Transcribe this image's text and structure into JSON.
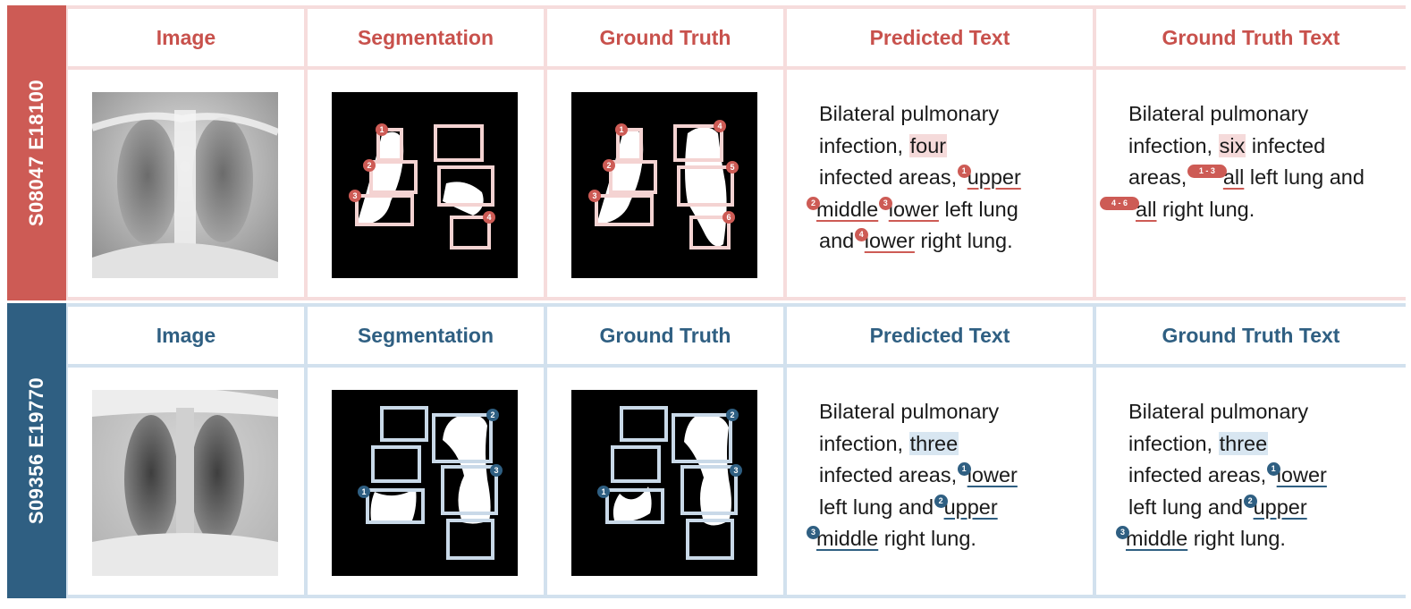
{
  "colors": {
    "red": "#cd5b55",
    "red_light": "#f6dcdc",
    "blue": "#2f5f82",
    "blue_light": "#d2e1ee"
  },
  "rows": [
    {
      "id": "S08047 E18100",
      "headers": [
        "Image",
        "Segmentation",
        "Ground Truth",
        "Predicted Text",
        "Ground Truth Text"
      ],
      "predicted": {
        "l1": "Bilateral pulmonary",
        "l2a": "infection, ",
        "l2_count": "four",
        "l3a": "infected areas, ",
        "t1": "1",
        "l3_w": "upper",
        "t2": "2",
        "l4_w1": "middle",
        "t3": "3",
        "l4_w2": "lower",
        "l4b": " left lung",
        "l5a": "and ",
        "t4": "4",
        "l5_w": "lower",
        "l5b": " right lung."
      },
      "ground_truth": {
        "l1": "Bilateral pulmonary",
        "l2a": "infection, ",
        "l2_count": "six",
        "l2b": " infected",
        "l3a": "areas, ",
        "t1": "1 - 3",
        "l3_w": "all",
        "l3b": " left lung and",
        "t2": "4 - 6",
        "l4_w": "all",
        "l4b": " right lung."
      }
    },
    {
      "id": "S09356 E19770",
      "headers": [
        "Image",
        "Segmentation",
        "Ground Truth",
        "Predicted Text",
        "Ground Truth Text"
      ],
      "predicted": {
        "l1": "Bilateral pulmonary",
        "l2a": "infection, ",
        "l2_count": "three",
        "l3a": "infected areas, ",
        "t1": "1",
        "l3_w": "lower",
        "l4a": "left lung and ",
        "t2": "2",
        "l4_w": "upper",
        "t3": "3",
        "l5_w": "middle",
        "l5b": " right lung."
      },
      "ground_truth": {
        "l1": "Bilateral pulmonary",
        "l2a": "infection, ",
        "l2_count": "three",
        "l3a": "infected areas, ",
        "t1": "1",
        "l3_w": "lower",
        "l4a": "left lung and ",
        "t2": "2",
        "l4_w": "upper",
        "t3": "3",
        "l5_w": "middle",
        "l5b": " right lung."
      }
    }
  ],
  "box_labels": {
    "r0_seg": [
      "1",
      "2",
      "3",
      "4"
    ],
    "r0_gt": [
      "1",
      "2",
      "3",
      "4",
      "5",
      "6"
    ],
    "r1_seg": [
      "1",
      "2",
      "3"
    ],
    "r1_gt": [
      "1",
      "2",
      "3"
    ]
  }
}
